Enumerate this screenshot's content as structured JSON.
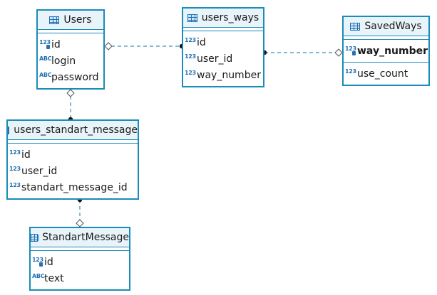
{
  "colors": {
    "border": "#1a8cb8",
    "header_bg": "#e8f4fa",
    "connector": "#3a8fb7",
    "type_icon": "#1f6fb5"
  },
  "entities": [
    {
      "title": "Users",
      "icon": "table-icon",
      "sections": [
        [
          {
            "type": "123",
            "name": "id",
            "key": true,
            "bold": false
          },
          {
            "type": "ABC",
            "name": "login",
            "key": false,
            "bold": false
          },
          {
            "type": "ABC",
            "name": "password",
            "key": false,
            "bold": false
          }
        ]
      ]
    },
    {
      "title": "users_ways",
      "icon": "table-icon",
      "sections": [
        [
          {
            "type": "123",
            "name": "id",
            "key": false,
            "bold": false
          },
          {
            "type": "123",
            "name": "user_id",
            "key": false,
            "bold": false
          },
          {
            "type": "123",
            "name": "way_number",
            "key": false,
            "bold": false
          }
        ]
      ]
    },
    {
      "title": "SavedWays",
      "icon": "table-icon",
      "sections": [
        [
          {
            "type": "123",
            "name": "way_number",
            "key": true,
            "bold": true
          }
        ],
        [
          {
            "type": "123",
            "name": "use_count",
            "key": false,
            "bold": false
          }
        ]
      ]
    },
    {
      "title": "users_standart_message",
      "icon": "table-icon",
      "sections": [
        [
          {
            "type": "123",
            "name": "id",
            "key": false,
            "bold": false
          },
          {
            "type": "123",
            "name": "user_id",
            "key": false,
            "bold": false
          },
          {
            "type": "123",
            "name": "standart_message_id",
            "key": false,
            "bold": false
          }
        ]
      ]
    },
    {
      "title": "StandartMessage",
      "icon": "table-icon",
      "sections": [
        [
          {
            "type": "123",
            "name": "id",
            "key": true,
            "bold": false
          },
          {
            "type": "ABC",
            "name": "text",
            "key": false,
            "bold": false
          }
        ]
      ]
    }
  ],
  "relations": [
    {
      "from": "Users",
      "to": "users_ways",
      "from_end": "diamond",
      "to_end": "dot"
    },
    {
      "from": "users_ways",
      "to": "SavedWays",
      "from_end": "dot",
      "to_end": "diamond"
    },
    {
      "from": "Users",
      "to": "users_standart_message",
      "from_end": "diamond",
      "to_end": "dot"
    },
    {
      "from": "users_standart_message",
      "to": "StandartMessage",
      "from_end": "dot",
      "to_end": "diamond"
    }
  ]
}
